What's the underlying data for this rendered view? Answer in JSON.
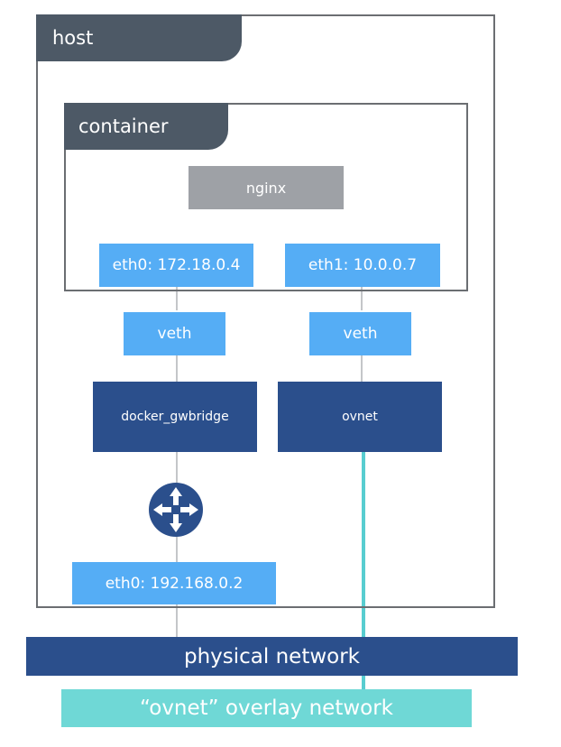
{
  "host": {
    "label": "host"
  },
  "container": {
    "label": "container"
  },
  "nodes": {
    "nginx": "nginx",
    "eth0_container": "eth0: 172.18.0.4",
    "eth1_container": "eth1: 10.0.0.7",
    "veth_left": "veth",
    "veth_right": "veth",
    "docker_gwbridge": "docker_gwbridge",
    "ovnet": "ovnet",
    "eth0_host": "eth0: 192.168.0.2"
  },
  "networks": {
    "physical": "physical network",
    "overlay": "“ovnet” overlay network"
  },
  "icons": {
    "router": "router-icon"
  },
  "colors": {
    "frame": "#6b6e72",
    "tab": "#4d5966",
    "light_blue": "#55adf5",
    "grey": "#9ea1a6",
    "dark_blue": "#2b4f8c",
    "teal": "#6fd8d6"
  }
}
